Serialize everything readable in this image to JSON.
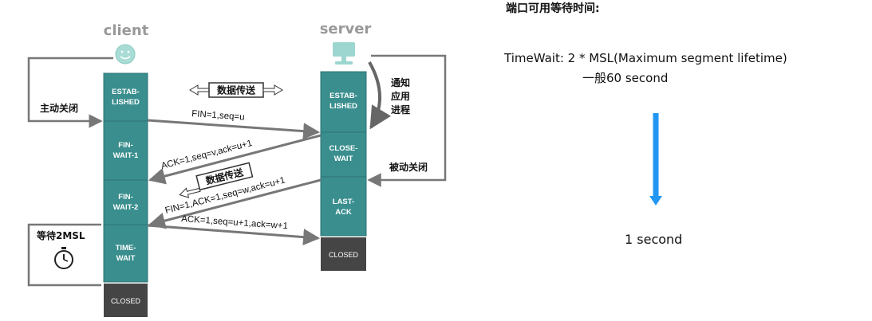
{
  "diagram": {
    "client_label": "client",
    "server_label": "server",
    "client_states": [
      "ESTAB-|LISHED",
      "FIN-|WAIT-1",
      "FIN-|WAIT-2",
      "TIME-|WAIT"
    ],
    "client_closed": "CLOSED",
    "server_states": [
      "ESTAB-|LISHED",
      "CLOSE-|WAIT",
      "LAST-|ACK"
    ],
    "server_closed": "CLOSED",
    "messages": {
      "fin1": "FIN=1,seq=u",
      "ack1": "ACK=1,seq=v,ack=u+1",
      "fin2": "FIN=1,ACK=1,seq=w,ack=u+1",
      "ack2": "ACK=1,seq=u+1,ack=w+1"
    },
    "data_transfer_1": "数据传送",
    "data_transfer_2": "数据传送",
    "active_close": "主动关闭",
    "passive_close": "被动关闭",
    "notify_app": [
      "通知",
      "应用",
      "进程"
    ],
    "wait_2msl": "等待2MSL",
    "colors": {
      "state_fill": "#3a8e8e",
      "closed_fill": "#454545",
      "arrow_gray": "#777777",
      "blue_arrow": "#2196f3"
    },
    "icons": [
      "smiley-icon",
      "computer-icon",
      "stopwatch-icon"
    ]
  },
  "panel": {
    "title": "端口可用等待时间:",
    "formula": "TimeWait: 2 * MSL(Maximum segment lifetime)",
    "general": "一般60 second",
    "one_second": "1 second"
  }
}
